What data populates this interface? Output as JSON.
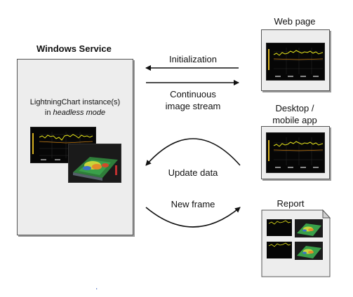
{
  "service": {
    "title": "Windows Service",
    "line1": "LightningChart instance(s)",
    "line2_prefix": "in ",
    "line2_italic": "headless mode"
  },
  "arrows": {
    "initialization": "Initialization",
    "continuous_line1": "Continuous",
    "continuous_line2": "image stream",
    "update_data": "Update data",
    "new_frame": "New frame"
  },
  "targets": {
    "web_page": "Web page",
    "desktop_line1": "Desktop /",
    "desktop_line2": "mobile app",
    "report": "Report"
  },
  "footer": {
    "dot": "."
  }
}
